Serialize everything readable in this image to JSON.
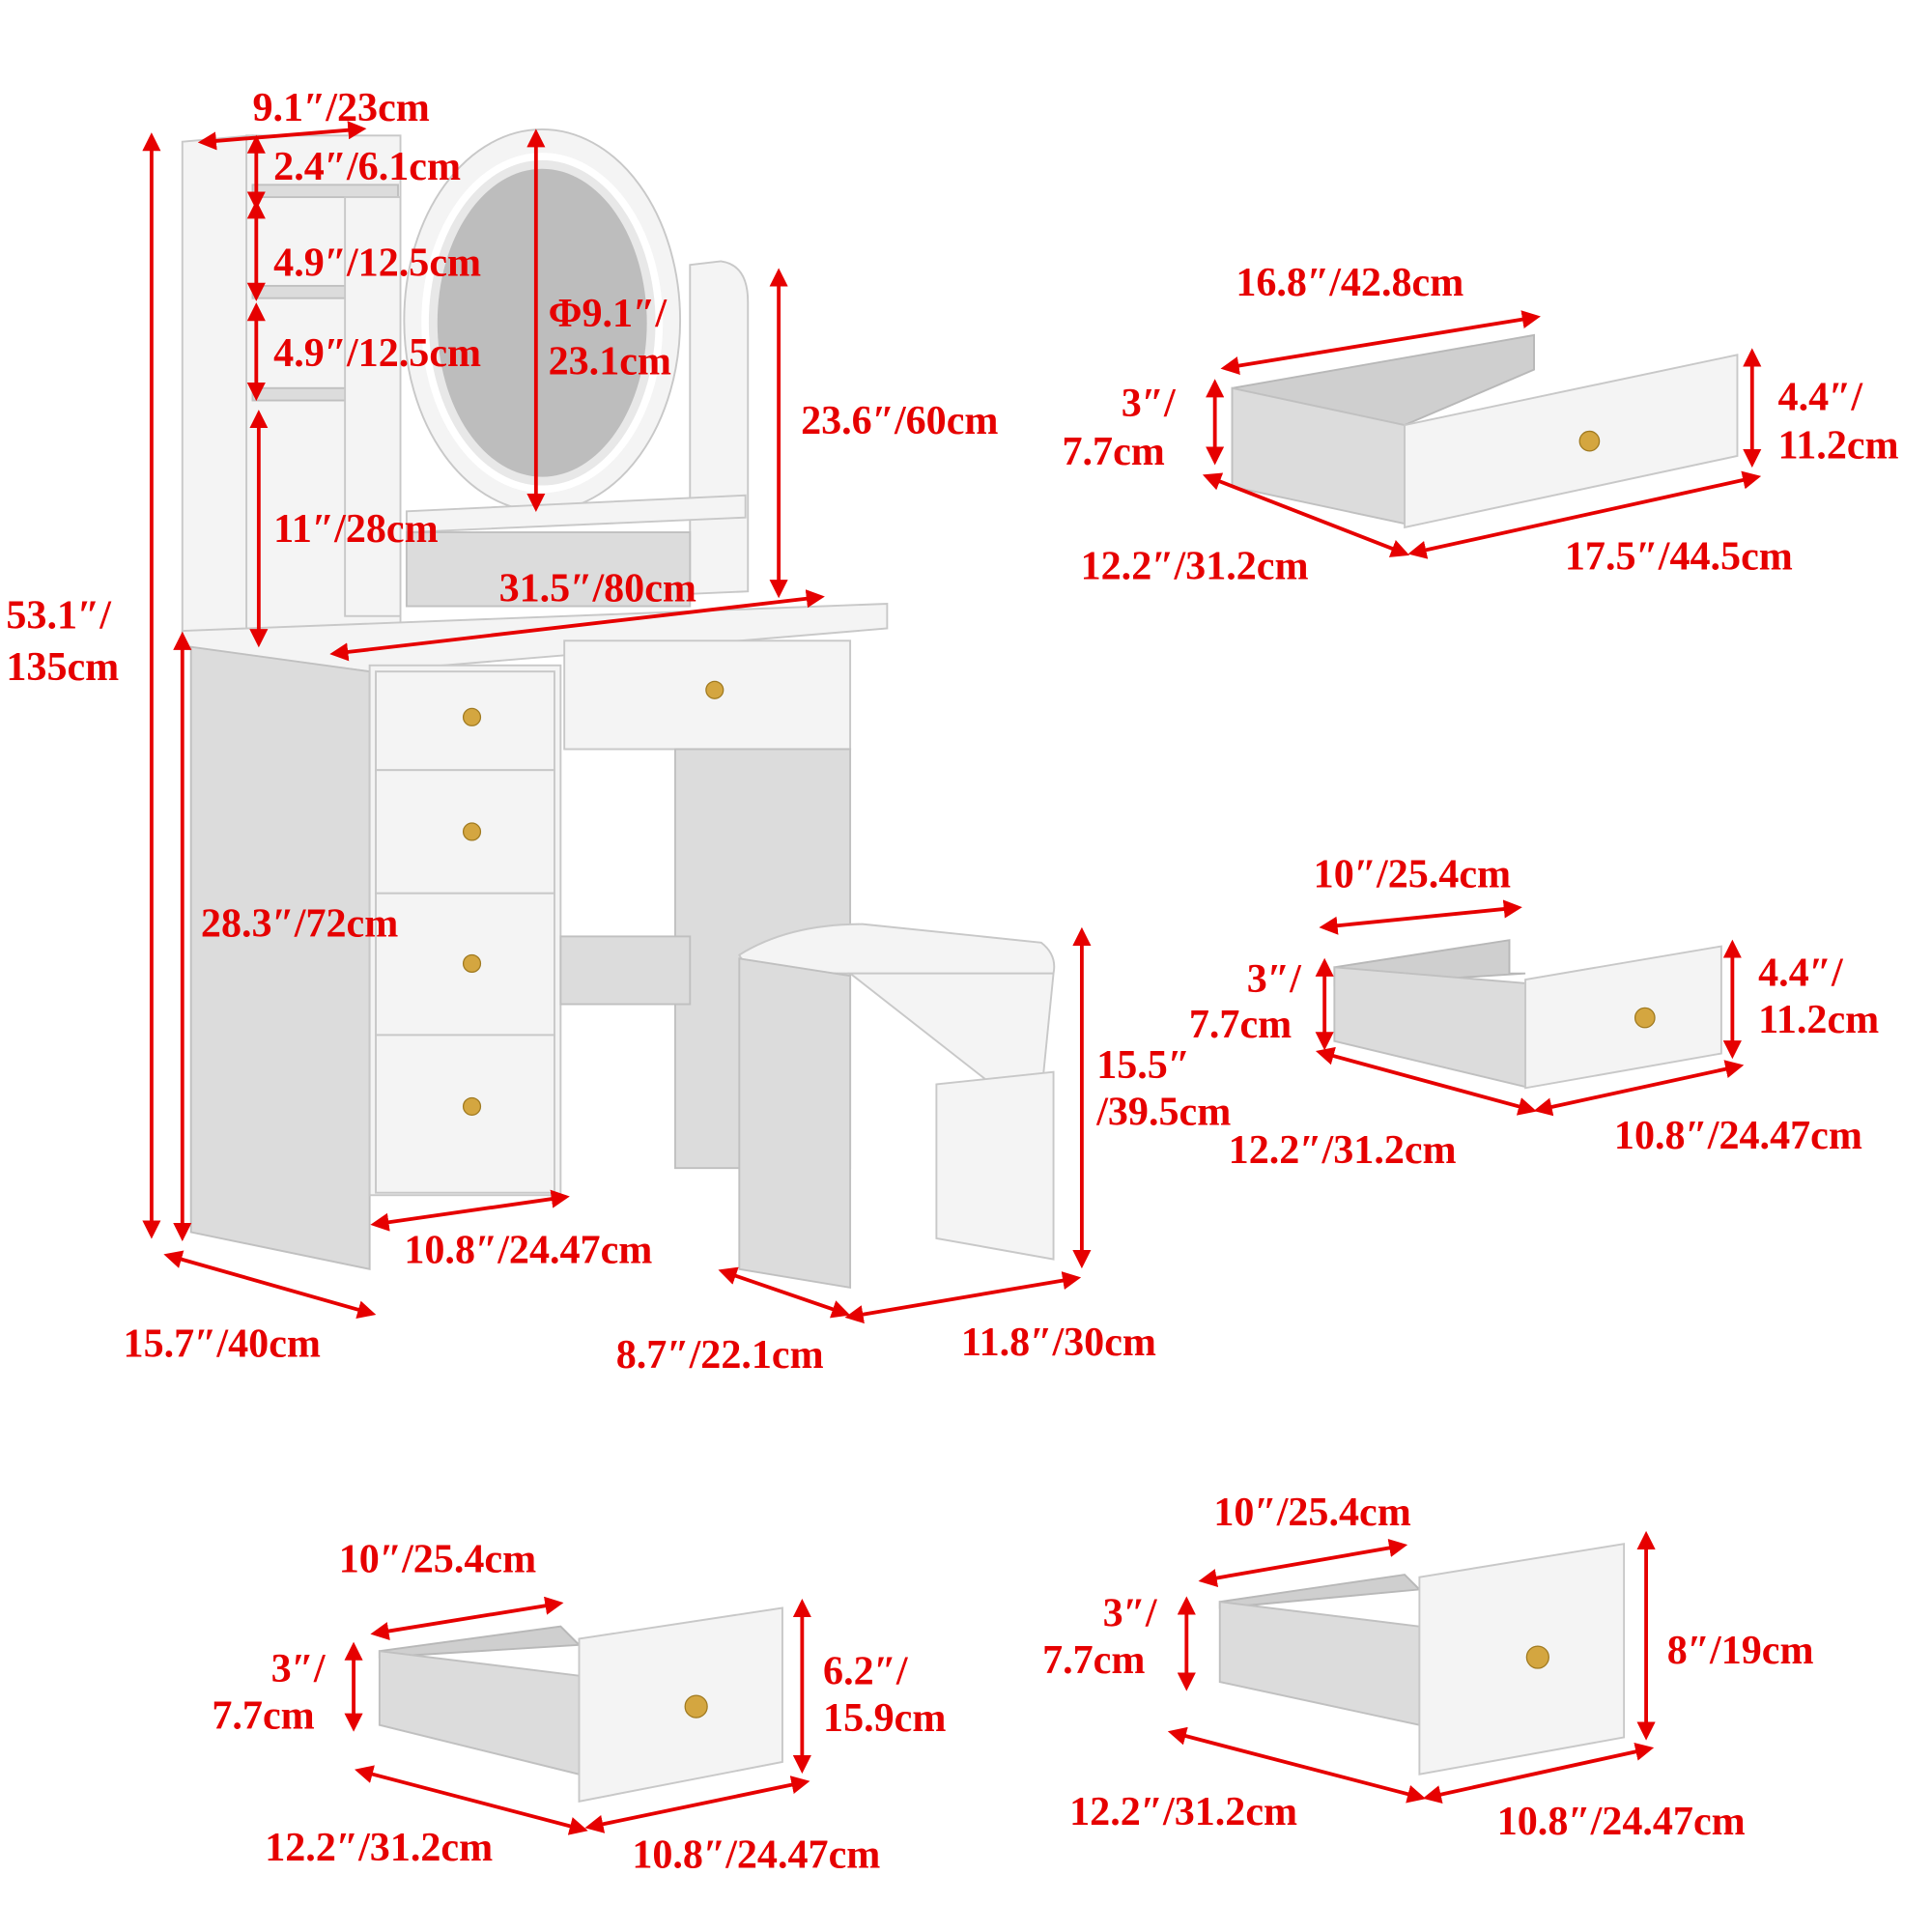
{
  "accent_color": "#e60000",
  "vanity": {
    "top_shelf_width": "9.1″/23cm",
    "shelf1_height": "2.4″/6.1cm",
    "shelf2_height": "4.9″/12.5cm",
    "shelf3_height": "4.9″/12.5cm",
    "shelf4_height": "11″/28cm",
    "mirror_diameter_line1": "Φ9.1″/",
    "mirror_diameter_line2": "23.1cm",
    "hutch_height": "23.6″/60cm",
    "desk_width": "31.5″/80cm",
    "total_height_line1": "53.1″/",
    "total_height_line2": "135cm",
    "desk_height": "28.3″/72cm",
    "drawer_width": "10.8″/24.47cm",
    "depth": "15.7″/40cm"
  },
  "stool": {
    "depth": "8.7″/22.1cm",
    "width": "11.8″/30cm",
    "height_line1": "15.5″",
    "height_line2": "/39.5cm"
  },
  "drawers": [
    {
      "inner_width": "16.8″/42.8cm",
      "inner_height_line1": "3″/",
      "inner_height_line2": "7.7cm",
      "front_height_line1": "4.4″/",
      "front_height_line2": "11.2cm",
      "depth": "12.2″/31.2cm",
      "front_width": "17.5″/44.5cm"
    },
    {
      "inner_width": "10″/25.4cm",
      "inner_height_line1": "3″/",
      "inner_height_line2": "7.7cm",
      "front_height_line1": "4.4″/",
      "front_height_line2": "11.2cm",
      "depth": "12.2″/31.2cm",
      "front_width": "10.8″/24.47cm"
    },
    {
      "inner_width": "10″/25.4cm",
      "inner_height_line1": "3″/",
      "inner_height_line2": "7.7cm",
      "front_height_line1": "6.2″/",
      "front_height_line2": "15.9cm",
      "depth": "12.2″/31.2cm",
      "front_width": "10.8″/24.47cm"
    },
    {
      "inner_width": "10″/25.4cm",
      "inner_height_line1": "3″/",
      "inner_height_line2": "7.7cm",
      "front_height": "8″/19cm",
      "depth": "12.2″/31.2cm",
      "front_width": "10.8″/24.47cm"
    }
  ]
}
